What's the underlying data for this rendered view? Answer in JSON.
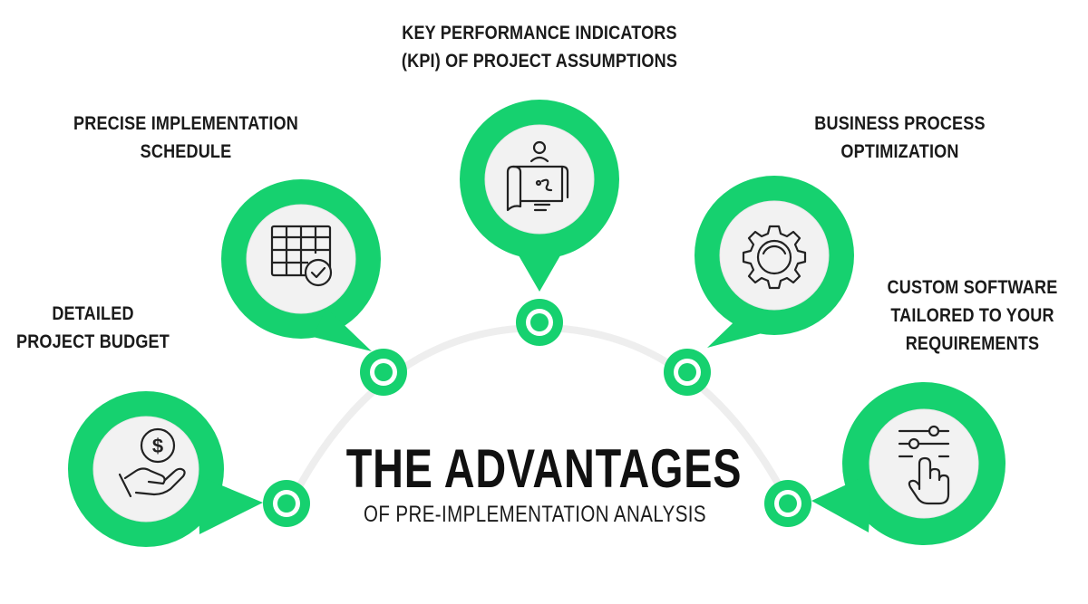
{
  "colors": {
    "accent": "#16d16f",
    "arc": "#eeeeee",
    "icon_bg": "#f2f2f2",
    "icon_stroke": "#222222"
  },
  "title": "THE ADVANTAGES",
  "subtitle": "OF PRE-IMPLEMENTATION ANALYSIS",
  "items": [
    {
      "lines": [
        "DETAILED",
        "PROJECT BUDGET"
      ],
      "icon": "money-hand-icon"
    },
    {
      "lines": [
        "PRECISE IMPLEMENTATION",
        "SCHEDULE"
      ],
      "icon": "calendar-check-icon"
    },
    {
      "lines": [
        "KEY PERFORMANCE INDICATORS",
        "(KPI) OF PROJECT ASSUMPTIONS"
      ],
      "icon": "plan-scroll-icon"
    },
    {
      "lines": [
        "BUSINESS PROCESS",
        "OPTIMIZATION"
      ],
      "icon": "gear-icon"
    },
    {
      "lines": [
        "CUSTOM SOFTWARE",
        "TAILORED TO YOUR",
        "REQUIREMENTS"
      ],
      "icon": "touch-sliders-icon"
    }
  ]
}
